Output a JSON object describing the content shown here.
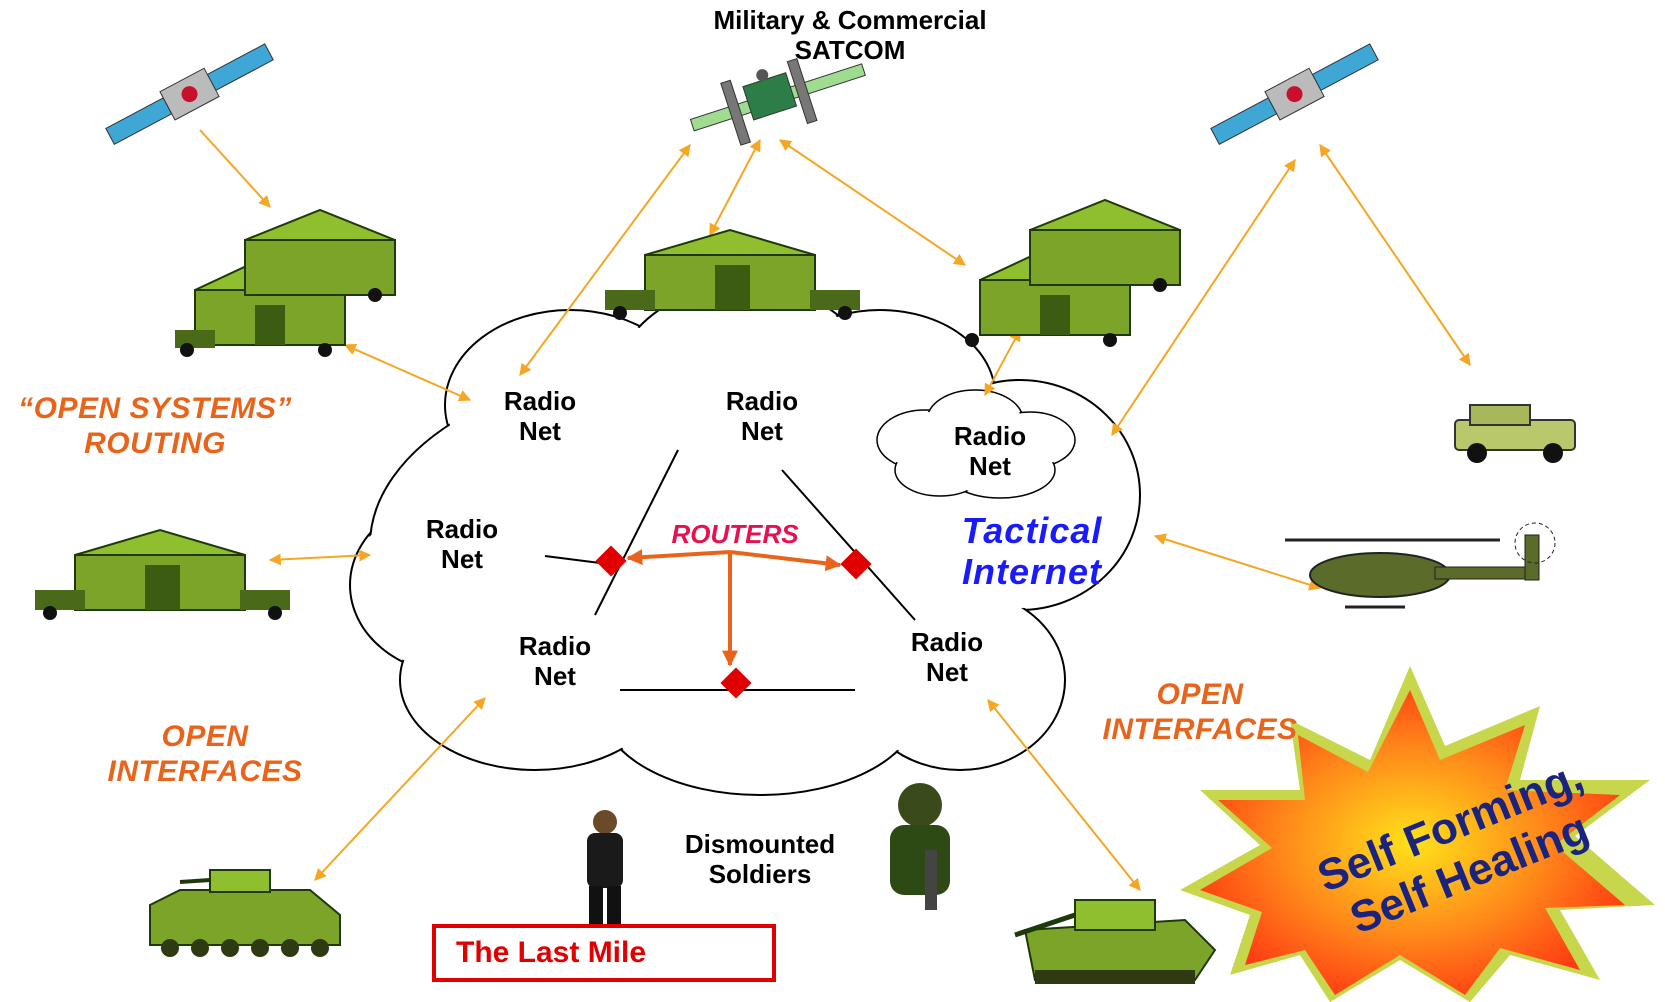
{
  "satcom_title": [
    "Military & Commercial",
    "SATCOM"
  ],
  "radio_net": [
    "Radio",
    "Net"
  ],
  "open_systems_routing": [
    "“OPEN SYSTEMS”",
    "ROUTING"
  ],
  "open_interfaces": [
    "OPEN",
    "INTERFACES"
  ],
  "tactical_internet": [
    "Tactical",
    "Internet"
  ],
  "routers": "ROUTERS",
  "dismounted_soldiers": [
    "Dismounted",
    "Soldiers"
  ],
  "last_mile": "The Last Mile",
  "self_forming_healing": [
    "Self Forming,",
    "Self Healing"
  ],
  "colors": {
    "link_arrow": "#f5a623",
    "router_arrow": "#e8641b",
    "router_node": "#e00000",
    "vehicle_green": "#7ba428",
    "solar_panel": "#3fa7d6",
    "burst_outer": "#c7d64a",
    "burst_inner": "#ff4a1c"
  },
  "icons": [
    "satellite-icon",
    "satcom-station-icon",
    "command-post-tent-icon",
    "humvee-icon",
    "helicopter-icon",
    "tank-icon",
    "apc-icon",
    "soldier-icon"
  ]
}
